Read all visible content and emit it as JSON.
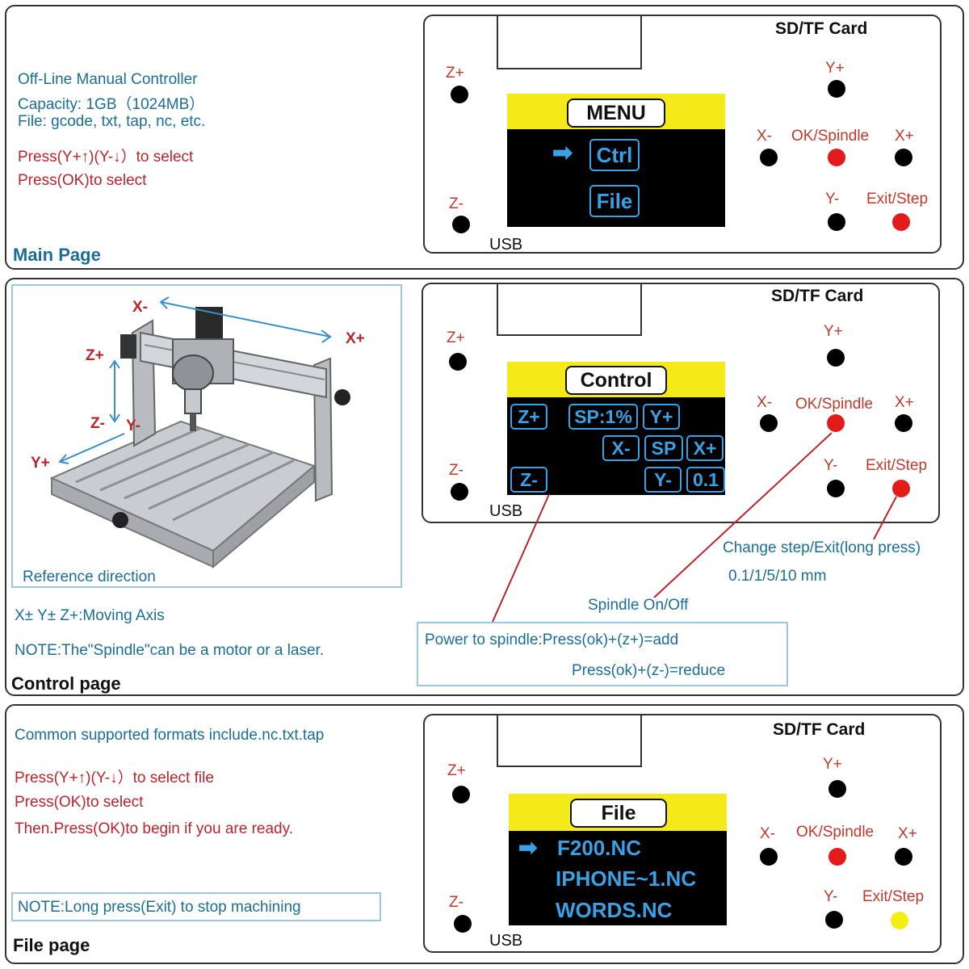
{
  "main_page": {
    "lines": [
      "Off-Line Manual Controller",
      "Capacity: 1GB（1024MB）",
      "File: gcode, txt, tap, nc, etc."
    ],
    "instructions": [
      "Press(Y+↑)(Y-↓）to select",
      "Press(OK)to select"
    ],
    "page_label": "Main Page",
    "lcd_title": "MENU",
    "lcd_items": [
      "Ctrl",
      "File"
    ]
  },
  "control_page": {
    "reference_label": "Reference direction",
    "axis_labels": {
      "xm": "X-",
      "xp": "X+",
      "zp": "Z+",
      "zm": "Z-",
      "ym": "Y-",
      "yp": "Y+"
    },
    "moving_axis": "X± Y± Z+:Moving Axis",
    "note": "NOTE:The\"Spindle\"can be a motor or a laser.",
    "page_label": "Control page",
    "lcd_title": "Control",
    "lcd_buttons": {
      "zp": "Z+",
      "sp1": "SP:1%",
      "yp": "Y+",
      "xm": "X-",
      "sp": "SP",
      "xp": "X+",
      "zm": "Z-",
      "ym": "Y-",
      "step": "0.1"
    },
    "callout_step": "Change step/Exit(long press)",
    "callout_step_values": "0.1/1/5/10 mm",
    "callout_spindle": "Spindle On/Off",
    "power_line1": "Power to spindle:Press(ok)+(z+)=add",
    "power_line2": "Press(ok)+(z-)=reduce"
  },
  "file_page": {
    "formats": "Common supported formats include.nc.txt.tap",
    "instructions": [
      "Press(Y+↑)(Y-↓）to select file",
      "Press(OK)to select",
      "Then.Press(OK)to begin if you are ready."
    ],
    "note": "NOTE:Long press(Exit) to stop machining",
    "page_label": "File page",
    "lcd_title": "File",
    "lcd_items": [
      "F200.NC",
      "IPHONE~1.NC",
      "WORDS.NC"
    ]
  },
  "controller": {
    "sd_label": "SD/TF Card",
    "usb_label": "USB",
    "z_plus": "Z+",
    "z_minus": "Z-",
    "y_plus": "Y+",
    "y_minus": "Y-",
    "x_minus": "X-",
    "x_plus": "X+",
    "ok": "OK/Spindle",
    "exit": "Exit/Step"
  },
  "arrow_glyph": "➡",
  "colors": {
    "lcd_header": "#f4ea19",
    "lcd_text": "#3aa1e6",
    "button_red": "#e41b1b",
    "button_yellow": "#f5ee10"
  }
}
